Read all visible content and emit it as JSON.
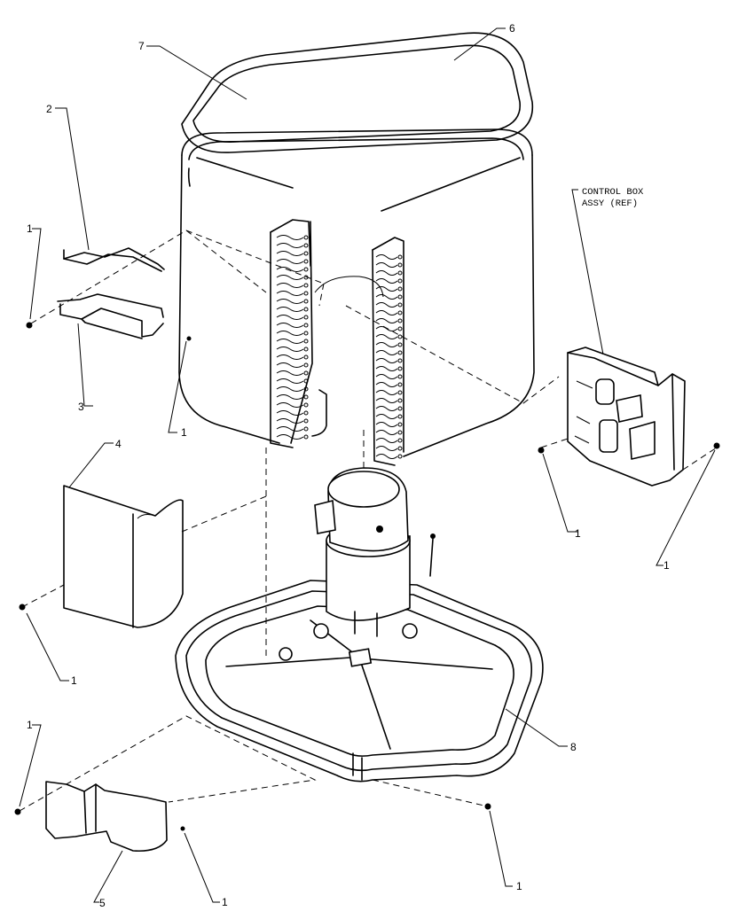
{
  "callouts": {
    "c1": "1",
    "c2": "2",
    "c3": "3",
    "c4": "4",
    "c5": "5",
    "c6": "6",
    "c7": "7",
    "c8": "8"
  },
  "control_box": {
    "line1": "CONTROL BOX",
    "line2": "ASSY (REF)"
  }
}
